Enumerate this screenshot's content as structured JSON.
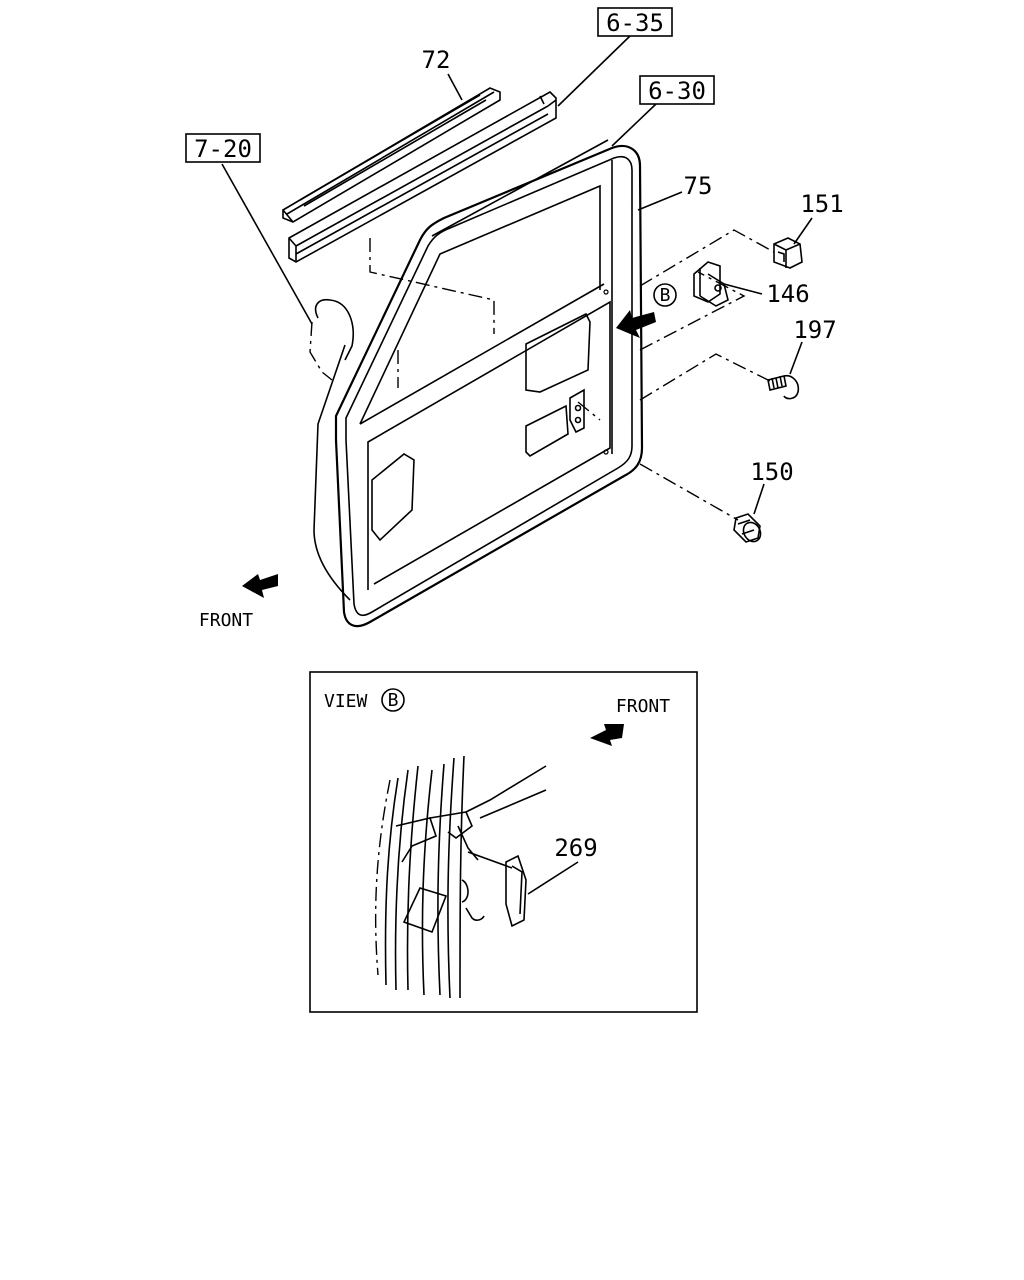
{
  "refs": {
    "ref_6_35": "6-35",
    "ref_6_30": "6-30",
    "ref_7_20": "7-20"
  },
  "parts": {
    "p72": "72",
    "p75": "75",
    "p151": "151",
    "p146": "146",
    "p197": "197",
    "p150": "150",
    "p269": "269"
  },
  "view_marker": "B",
  "front_label": "FRONT",
  "inset": {
    "view_label": "VIEW",
    "view_marker": "B",
    "front_label": "FRONT"
  }
}
